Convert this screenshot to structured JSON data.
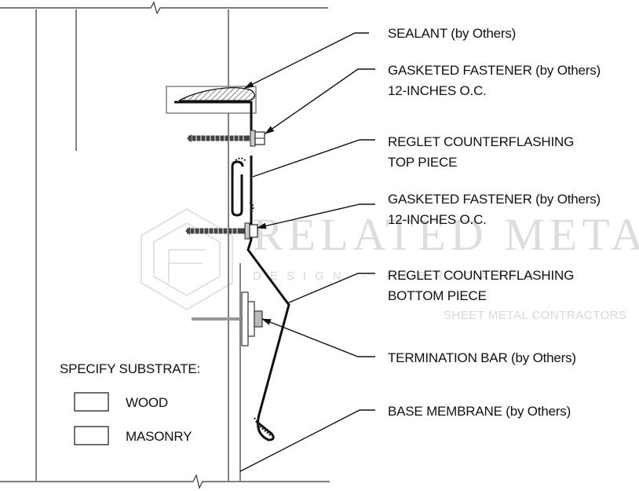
{
  "watermark": {
    "name": "RELATED METAL",
    "tagline": "DESIGN  -  FABRICATION  -",
    "subtitle": "SHEET METAL CONTRACTORS"
  },
  "callouts": [
    {
      "lines": [
        "SEALANT (by Others)"
      ]
    },
    {
      "lines": [
        "GASKETED FASTENER (by Others)",
        "12-INCHES O.C."
      ]
    },
    {
      "lines": [
        "REGLET  COUNTERFLASHING",
        "TOP PIECE"
      ]
    },
    {
      "lines": [
        "GASKETED FASTENER (by Others)",
        "12-INCHES O.C."
      ]
    },
    {
      "lines": [
        "REGLET COUNTERFLASHING",
        "BOTTOM  PIECE"
      ]
    },
    {
      "lines": [
        "TERMINATION BAR (by Others)"
      ]
    },
    {
      "lines": [
        "BASE MEMBRANE (by Others)"
      ]
    }
  ],
  "substrate": {
    "heading": "SPECIFY SUBSTRATE:",
    "options": [
      "WOOD",
      "MASONRY"
    ]
  }
}
